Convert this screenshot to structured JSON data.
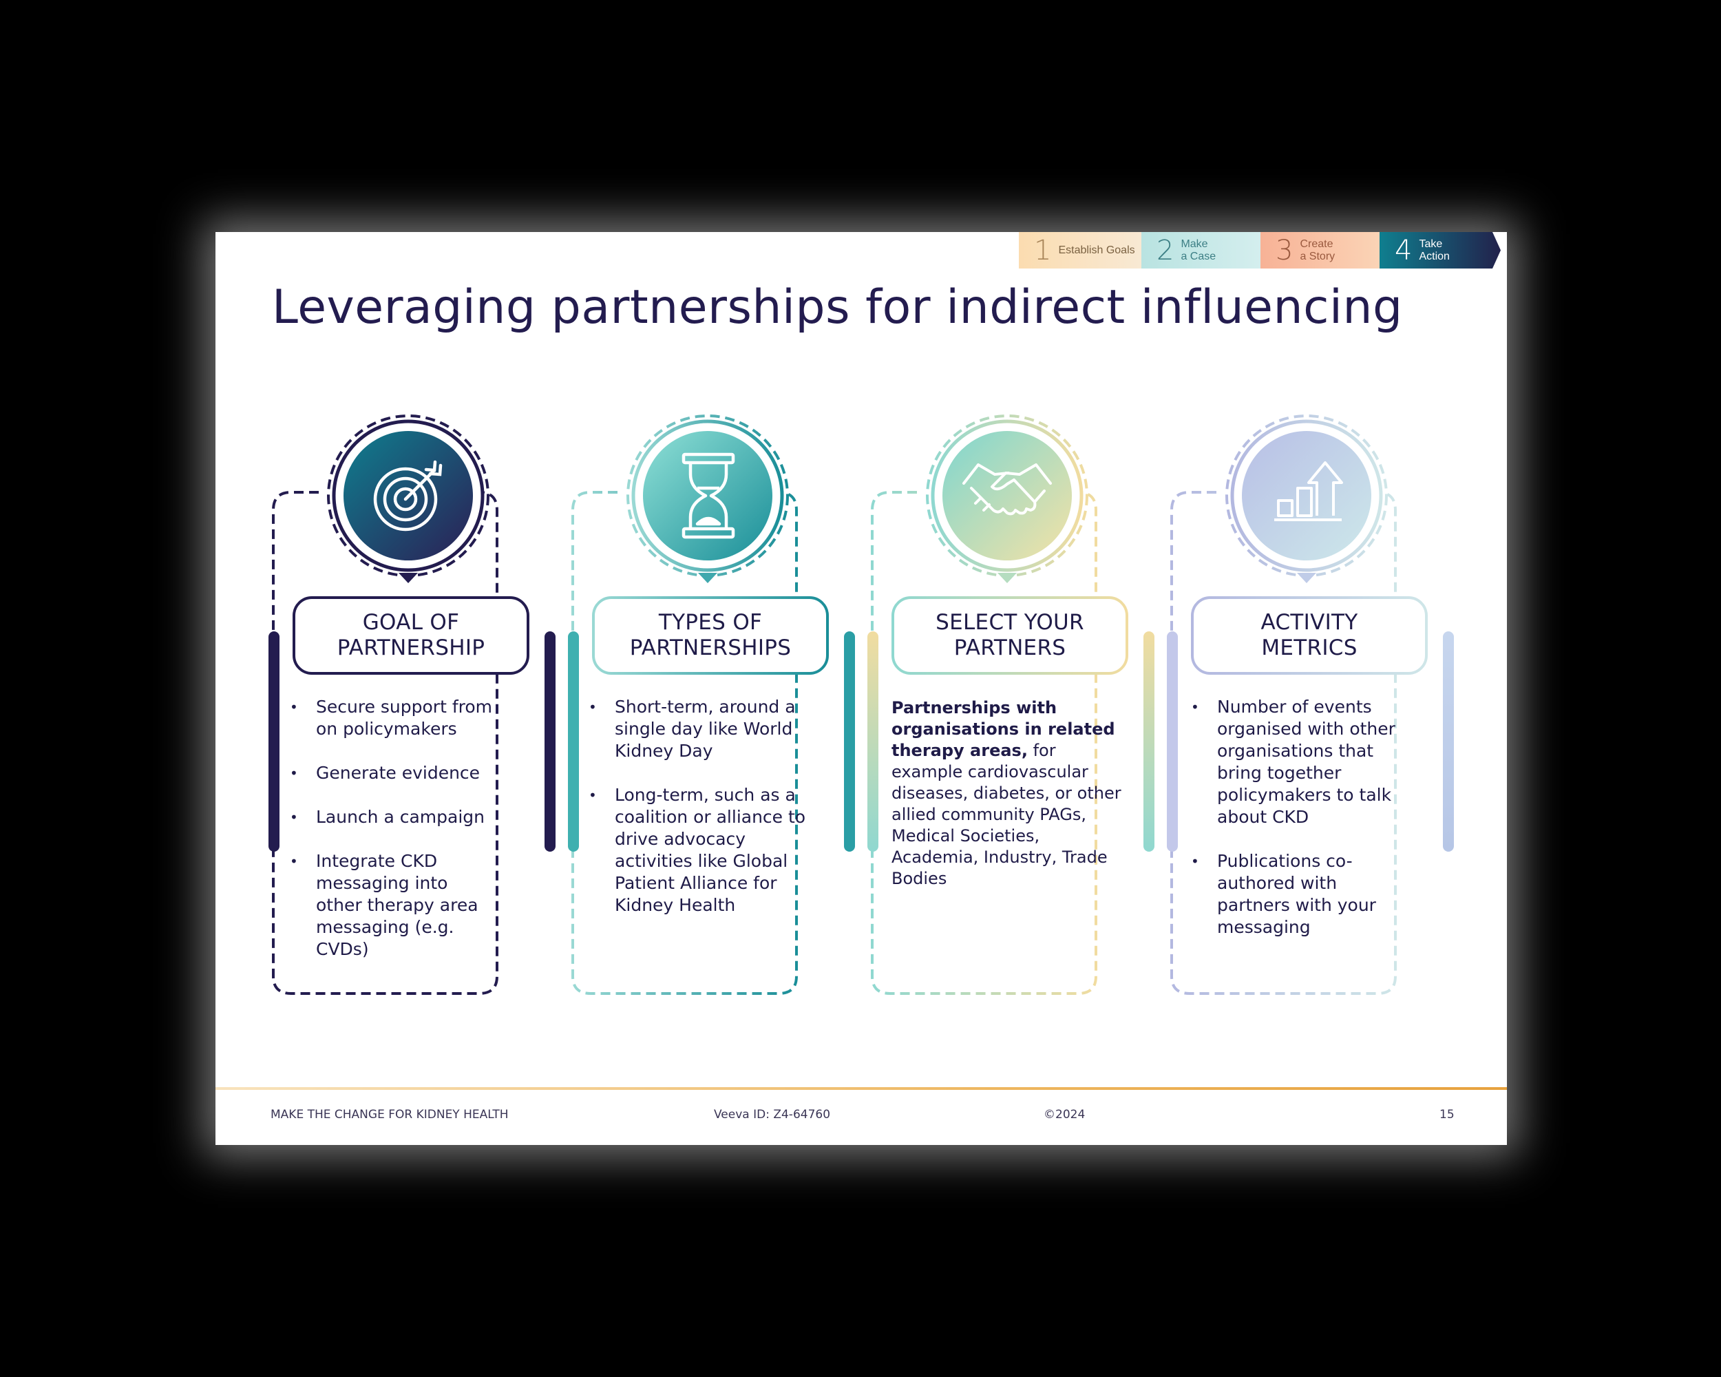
{
  "steps": [
    {
      "num": "1",
      "label": "Establish Goals"
    },
    {
      "num": "2",
      "label": "Make\na Case"
    },
    {
      "num": "3",
      "label": "Create\na Story"
    },
    {
      "num": "4",
      "label": "Take\nAction"
    }
  ],
  "title": "Leveraging partnerships for indirect influencing",
  "cards": [
    {
      "icon": "target-arrow-icon",
      "heading_line1": "GOAL OF",
      "heading_line2": "PARTNERSHIP",
      "bullets": [
        "Secure support from on policymakers",
        "Generate evidence",
        "Launch a campaign",
        "Integrate CKD messaging into other therapy area messaging (e.g. CVDs)"
      ]
    },
    {
      "icon": "hourglass-icon",
      "heading_line1": "TYPES OF",
      "heading_line2": "PARTNERSHIPS",
      "bullets": [
        "Short-term, around a single day like World Kidney Day",
        "Long-term, such as a coalition or alliance to drive advocacy activities like Global Patient Alliance for Kidney Health"
      ]
    },
    {
      "icon": "handshake-icon",
      "heading_line1": "SELECT YOUR",
      "heading_line2": "PARTNERS",
      "body_bold": "Partnerships with organisations in related therapy areas,",
      "body_rest": " for example cardiovascular diseases, diabetes, or other allied community PAGs, Medical Societies, Academia, Industry, Trade Bodies"
    },
    {
      "icon": "bar-chart-arrow-icon",
      "heading_line1": "ACTIVITY",
      "heading_line2": "METRICS",
      "bullets": [
        "Number of events organised with other organisations that bring together policymakers to talk about CKD",
        "Publications co-authored with partners with your messaging"
      ]
    }
  ],
  "footer": {
    "left": "MAKE THE CHANGE FOR KIDNEY HEALTH",
    "veeva": "Veeva ID: Z4-64760",
    "copyright": "©2024",
    "page": "15"
  },
  "colors": {
    "navy": "#231c4f",
    "teal": "#1a8e98",
    "mint": "#8fd8d0",
    "sand": "#f4dca0",
    "lavender": "#b8bde4"
  }
}
